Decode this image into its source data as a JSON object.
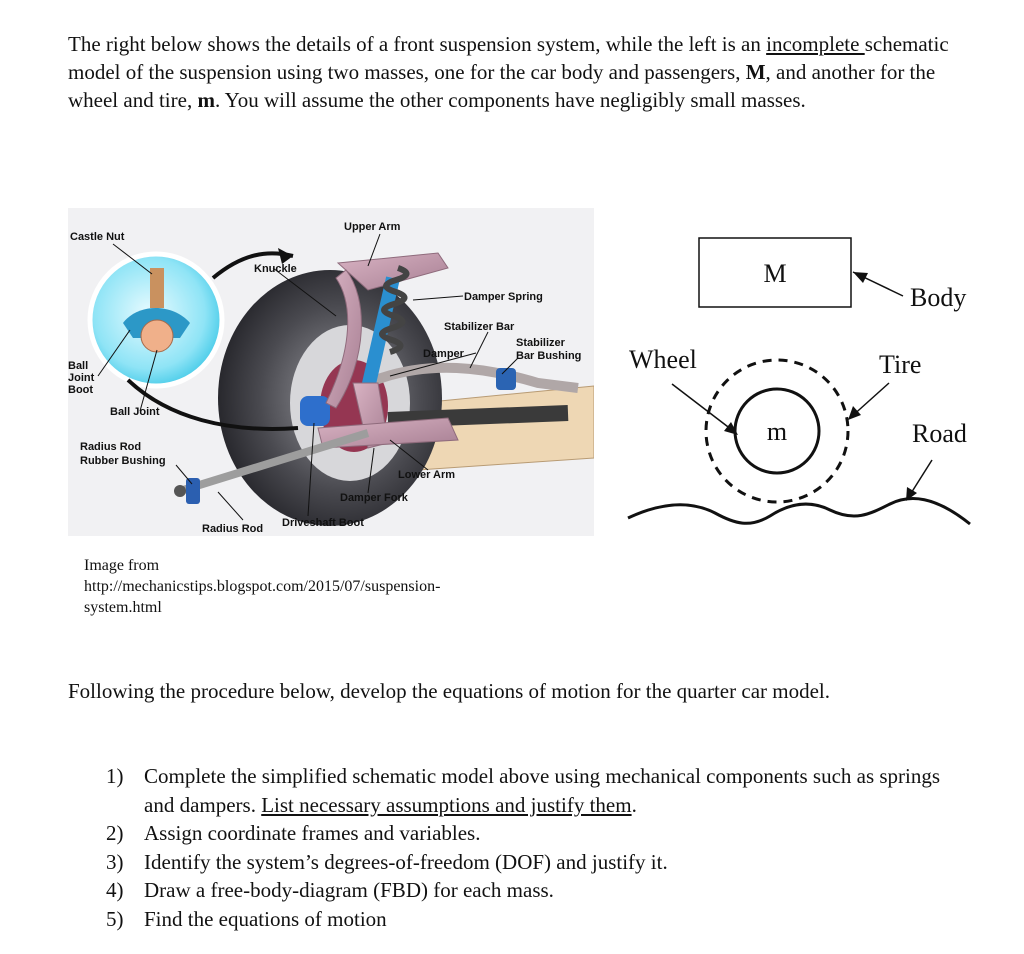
{
  "intro": {
    "seg1": "The right below shows the details of a front suspension system, while the left is an ",
    "underlined": "incomplete ",
    "seg2": "schematic model of the suspension using two masses, one for the car body and passengers, ",
    "bold_M": "M",
    "seg3": ", and another for the wheel and tire, ",
    "bold_m": "m",
    "seg4": ". You will assume the other components have negligibly small masses."
  },
  "photo_labels": {
    "castle_nut": "Castle Nut",
    "upper_arm": "Upper Arm",
    "knuckle": "Knuckle",
    "damper_spring": "Damper Spring",
    "stabilizer_bar": "Stabilizer Bar",
    "stabilizer_bar_bushing_1": "Stabilizer",
    "stabilizer_bar_bushing_2": "Bar Bushing",
    "damper": "Damper",
    "ball_joint_boot_1": "Ball",
    "ball_joint_boot_2": "Joint",
    "ball_joint_boot_3": "Boot",
    "ball_joint": "Ball Joint",
    "radius_rod_rubber_bushing_1": "Radius Rod",
    "radius_rod_rubber_bushing_2": "Rubber Bushing",
    "lower_arm": "Lower Arm",
    "damper_fork": "Damper Fork",
    "radius_rod": "Radius Rod",
    "driveshaft_boot": "Driveshaft Boot"
  },
  "schematic": {
    "body_mass": "M",
    "body_label": "Body",
    "wheel_label": "Wheel",
    "tire_label": "Tire",
    "wheel_mass": "m",
    "road_label": "Road"
  },
  "credit": {
    "line1": "Image from",
    "line2": "http://mechanicstips.blogspot.com/2015/07/suspension-",
    "line3": "system.html"
  },
  "procedure": "Following the procedure below, develop the equations of motion for the quarter car model.",
  "steps": [
    {
      "num": "1)",
      "text": "Complete the simplified schematic model above using mechanical components such as springs and dampers. ",
      "underlined": "List necessary assumptions and justify them",
      "tail": "."
    },
    {
      "num": "2)",
      "text": "Assign coordinate frames and variables."
    },
    {
      "num": "3)",
      "text": "Identify the system’s degrees-of-freedom (DOF) and justify it."
    },
    {
      "num": "4)",
      "text": "Draw a free-body-diagram (FBD) for each mass."
    },
    {
      "num": "5)",
      "text": "Find the equations of motion"
    }
  ]
}
